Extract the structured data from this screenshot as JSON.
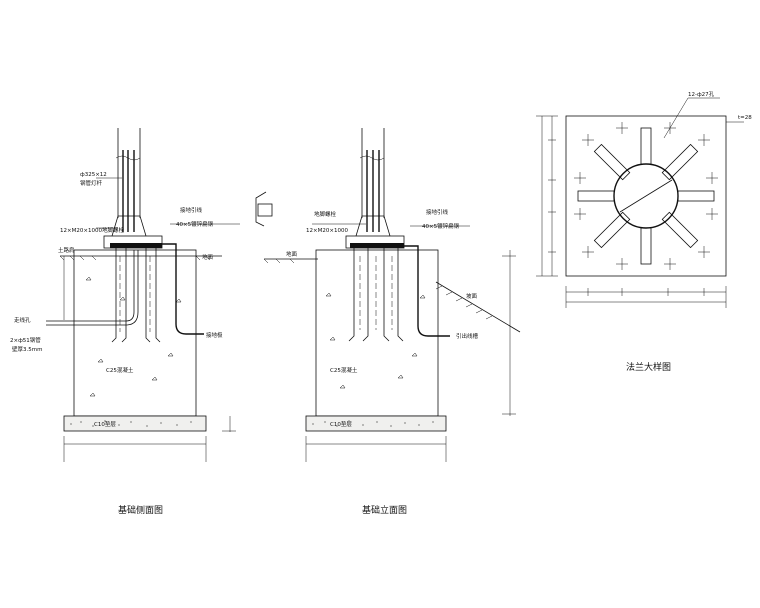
{
  "drawings": {
    "side_section": {
      "caption": "基础侧面图",
      "pipe_label": "ф325×12",
      "pipe_sublabel": "钢管灯杆",
      "bolt_label": "12×M20×1000地脚螺栓",
      "ground_wire_label": "接地引线",
      "ground_wire_sublabel": "40×5镀锌扁钢",
      "ground_level_label": "地面",
      "soil_label": "土路肩",
      "conduit_label": "走线孔",
      "pipe_spec_label": "2×ф51钢管",
      "pipe_wall_label": "壁厚3.5mm",
      "sensor_label": "接地极",
      "concrete_label": "C25混凝土",
      "base_label": "C10垫层"
    },
    "front_section": {
      "caption": "基础立面图",
      "bolt_label": "地脚螺栓",
      "bolt_spec_label": "12×M20×1000",
      "ground_wire_label": "接地引线",
      "ground_wire_sublabel": "40×5镀锌扁钢",
      "ground_level_label": "地面",
      "slope_label": "坡面",
      "outlet_label": "引出线槽",
      "concrete_label": "C25混凝土",
      "base_label": "C10垫层"
    },
    "flange_detail": {
      "caption": "法兰大样图",
      "hole_label": "12-ф27孔",
      "thickness_label": "t=28"
    }
  }
}
